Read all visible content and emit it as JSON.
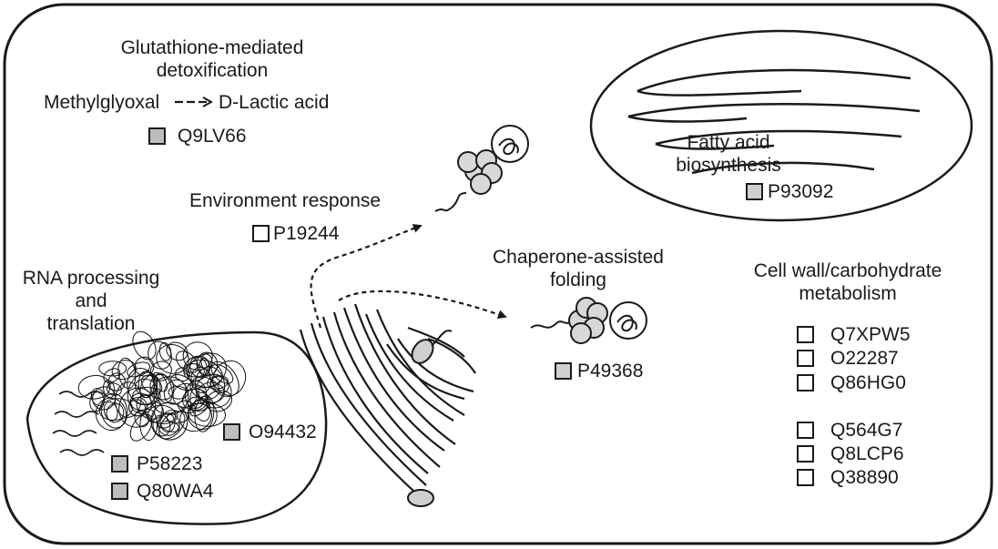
{
  "glutathione": {
    "title_line1": "Glutathione-mediated",
    "title_line2": "detoxification",
    "reactant": "Methylglyoxal",
    "product": "D-Lactic acid",
    "protein": "Q9LV66"
  },
  "environment": {
    "title": "Environment response",
    "protein": "P19244"
  },
  "rna": {
    "title_line1": "RNA processing",
    "title_line2": "and",
    "title_line3": "translation",
    "proteins": [
      "O94432",
      "P58223",
      "Q80WA4"
    ]
  },
  "fatty_acid": {
    "title_line1": "Fatty acid",
    "title_line2": "biosynthesis",
    "protein": "P93092"
  },
  "chaperone": {
    "title_line1": "Chaperone-assisted",
    "title_line2": "folding",
    "protein": "P49368"
  },
  "cell_wall": {
    "title_line1": "Cell wall/carbohydrate",
    "title_line2": "metabolism",
    "proteins": [
      "Q7XPW5",
      "O22287",
      "Q86HG0",
      "Q564G7",
      "Q8LCP6",
      "Q38890"
    ]
  },
  "marker_colors": {
    "white": "#ffffff",
    "light_gray": "#cfcfcf",
    "gray": "#bdbdbd",
    "outline": "#1a1a1a"
  }
}
